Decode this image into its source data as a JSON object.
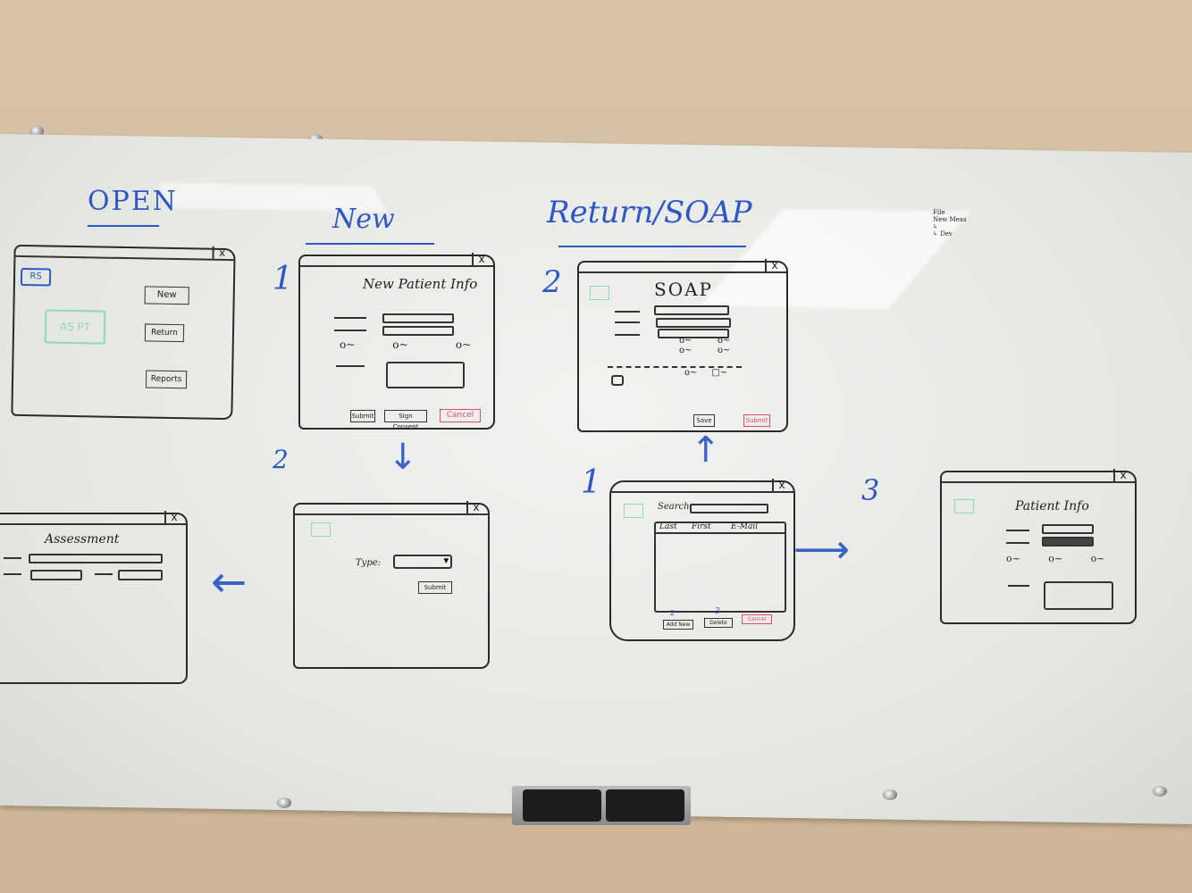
{
  "headings": {
    "open": "OPEN",
    "new": "New",
    "return_soap": "Return/SOAP"
  },
  "step_numbers": {
    "new_1": "1",
    "new_2": "2",
    "soap_2": "2",
    "soap_1": "1",
    "soap_3": "3"
  },
  "close_glyph": "x",
  "open_window": {
    "corner_logo": "RS",
    "center_logo": "AS PT",
    "buttons": [
      "New",
      "Return",
      "Reports"
    ]
  },
  "new_patient_window": {
    "title": "New Patient Info",
    "buttons": [
      "Submit",
      "Sign Consent",
      "Cancel"
    ]
  },
  "type_window": {
    "type_label": "Type:",
    "dropdown_glyph": "▾",
    "submit": "Submit"
  },
  "assessment_window": {
    "title": "Assessment"
  },
  "soap_window": {
    "title": "SOAP",
    "buttons": [
      "Save",
      "Submit"
    ]
  },
  "search_window": {
    "search_label": "Search:",
    "columns": [
      "Last",
      "First",
      "E-Mail"
    ],
    "buttons": [
      "Add New",
      "Delete",
      "Cancel"
    ],
    "button_marks": [
      "2",
      "3"
    ]
  },
  "patient_info_window": {
    "title": "Patient Info"
  },
  "corner_note": [
    "File",
    "New Meas",
    "↳",
    "↳ Dev"
  ],
  "colors": {
    "marker_blue": "#2f57c4",
    "marker_black": "#222222",
    "marker_red": "#e14b6d",
    "marker_green": "#5bc8a0"
  }
}
